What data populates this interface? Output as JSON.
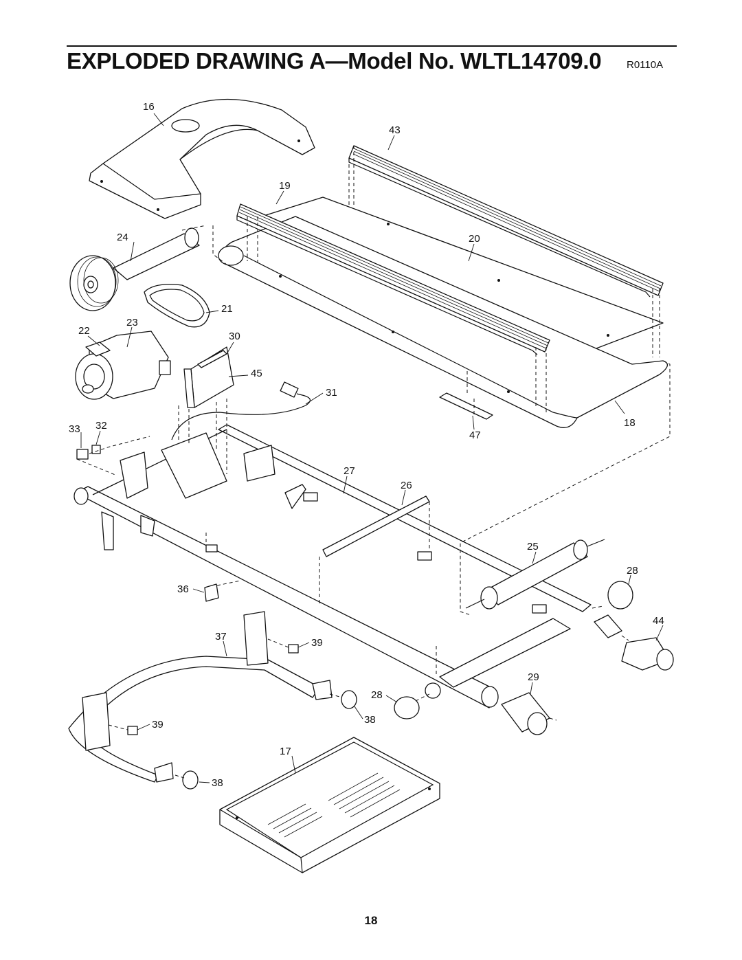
{
  "header": {
    "title": "EXPLODED DRAWING A—Model No. WLTL14709.0",
    "revision": "R0110A"
  },
  "callouts": [
    {
      "id": "c16",
      "text": "16"
    },
    {
      "id": "c43",
      "text": "43"
    },
    {
      "id": "c19",
      "text": "19"
    },
    {
      "id": "c24",
      "text": "24"
    },
    {
      "id": "c20",
      "text": "20"
    },
    {
      "id": "c21",
      "text": "21"
    },
    {
      "id": "c22",
      "text": "22"
    },
    {
      "id": "c23",
      "text": "23"
    },
    {
      "id": "c30",
      "text": "30"
    },
    {
      "id": "c45",
      "text": "45"
    },
    {
      "id": "c31",
      "text": "31"
    },
    {
      "id": "c33",
      "text": "33"
    },
    {
      "id": "c32",
      "text": "32"
    },
    {
      "id": "c18",
      "text": "18"
    },
    {
      "id": "c47",
      "text": "47"
    },
    {
      "id": "c27",
      "text": "27"
    },
    {
      "id": "c26",
      "text": "26"
    },
    {
      "id": "c25",
      "text": "25"
    },
    {
      "id": "c28a",
      "text": "28"
    },
    {
      "id": "c36",
      "text": "36"
    },
    {
      "id": "c44",
      "text": "44"
    },
    {
      "id": "c37",
      "text": "37"
    },
    {
      "id": "c39a",
      "text": "39"
    },
    {
      "id": "c29",
      "text": "29"
    },
    {
      "id": "c28b",
      "text": "28"
    },
    {
      "id": "c38a",
      "text": "38"
    },
    {
      "id": "c39b",
      "text": "39"
    },
    {
      "id": "c17",
      "text": "17"
    },
    {
      "id": "c38b",
      "text": "38"
    }
  ],
  "footer": {
    "page_number": "18"
  }
}
